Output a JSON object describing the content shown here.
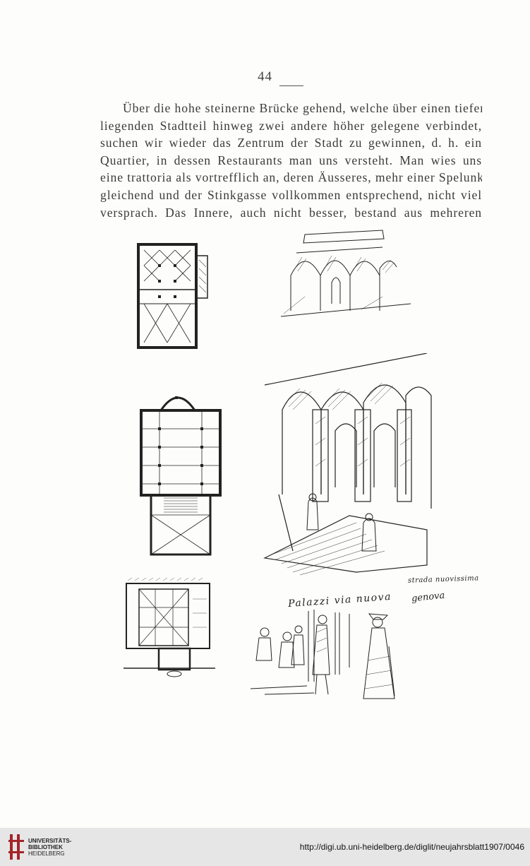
{
  "page": {
    "number": "44",
    "lines": [
      "Über die hohe steinerne Brücke gehend, welche über einen tiefer",
      "liegenden Stadtteil hinweg zwei andere höher gelegene verbindet,",
      "suchen wir wieder das Zentrum der Stadt zu gewinnen, d. h. ein",
      "Quartier, in dessen Restaurants man uns versteht. Man wies uns",
      "eine trattoria als vortrefflich an, deren Äusseres, mehr einer Spelunke",
      "gleichend und der Stinkgasse vollkommen entsprechend, nicht viel",
      "versprach. Das Innere, auch nicht besser, bestand aus mehreren"
    ]
  },
  "figures": {
    "plan_1": "floor-plan",
    "plan_2": "floor-plan",
    "plan_3": "floor-plan",
    "arcade_sketch": "arcade-sketch",
    "courtyard_sketch": "courtyard-staircase-sketch",
    "street_sketch": "street-figures-sketch",
    "caption_courtyard": "strada nuovissima",
    "caption_street_1": "Palazzi via nuova",
    "caption_street_2": "genova"
  },
  "footer": {
    "logo_line1": "UNIVERSITÄTS-",
    "logo_line2": "BIBLIOTHEK",
    "logo_line3": "HEIDELBERG",
    "url": "http://digi.ub.uni-heidelberg.de/diglit/neujahrsblatt1907/0046"
  },
  "colors": {
    "ink": "#2a2a2a",
    "paper": "#fdfdfb",
    "footer": "#e6e6e6",
    "logo_red": "#a3262a"
  }
}
